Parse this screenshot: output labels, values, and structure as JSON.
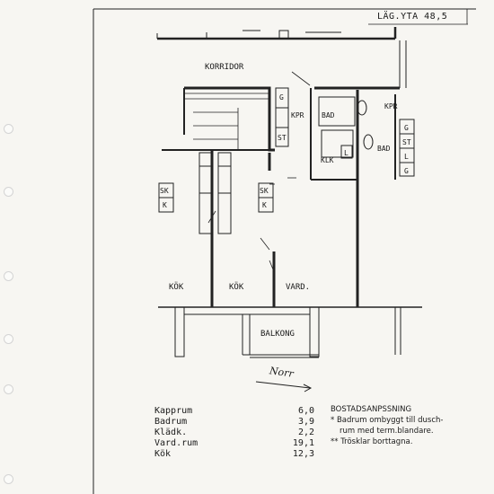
{
  "area_label": "LÄG.YTA 48,5",
  "rooms": {
    "korridor": "KORRIDOR",
    "kpr_left": "KPR",
    "bad_left": "BAD",
    "kpr_right": "KPR",
    "bad_right": "BAD",
    "klk": "KLK",
    "kok_left": "KÖK",
    "kok_mid": "KÖK",
    "vard": "VARD.",
    "balkong": "BALKONG"
  },
  "fixtures": {
    "g1": "G",
    "st1": "ST",
    "l_bath": "L",
    "g_right_top": "G",
    "st_right": "ST",
    "l_right": "L",
    "g_right_bottom": "G",
    "sk_left": "SK",
    "k_left": "K",
    "sk_mid": "SK",
    "k_mid": "K"
  },
  "north_label": "Norr",
  "areas": [
    {
      "name": "Kapprum",
      "value": "6,0"
    },
    {
      "name": "Badrum",
      "value": "3,9"
    },
    {
      "name": "Klädk.",
      "value": "2,2"
    },
    {
      "name": "Vard.rum",
      "value": "19,1"
    },
    {
      "name": "Kök",
      "value": "12,3"
    }
  ],
  "notes": {
    "heading": "BOSTADSANPSSNING",
    "line1": "* Badrum ombyggt till dusch-",
    "line2": "rum med term.blandare.",
    "line3": "** Trösklar borttagna."
  }
}
